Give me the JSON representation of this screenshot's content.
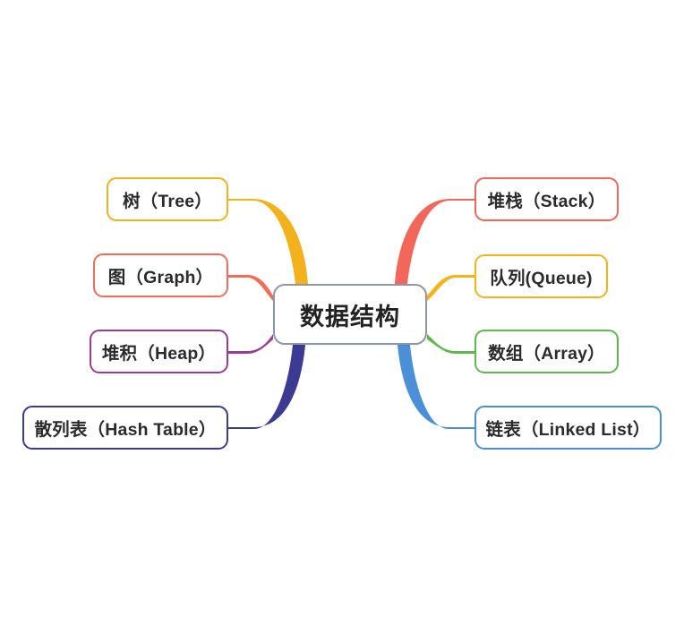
{
  "diagram": {
    "type": "mind-map",
    "title": "数据结构",
    "background": "#ffffff",
    "central": {
      "label": "数据结构",
      "border_color": "#8e97a6"
    },
    "branches": [
      {
        "id": "tree",
        "label": "树（Tree）",
        "side": "left",
        "color": "#f3b21b",
        "name": "tree"
      },
      {
        "id": "graph",
        "label": "图（Graph）",
        "side": "left",
        "color": "#f26d56",
        "name": "graph"
      },
      {
        "id": "heap",
        "label": "堆积（Heap）",
        "side": "left",
        "color": "#9a3d91",
        "name": "heap"
      },
      {
        "id": "hashtable",
        "label": "散列表（Hash Table）",
        "side": "left",
        "color": "#3b3b94",
        "name": "hash-table"
      },
      {
        "id": "stack",
        "label": "堆栈（Stack）",
        "side": "right",
        "color": "#f2675a",
        "name": "stack"
      },
      {
        "id": "queue",
        "label": "队列(Queue)",
        "side": "right",
        "color": "#f5b317",
        "name": "queue"
      },
      {
        "id": "array",
        "label": "数组（Array）",
        "side": "right",
        "color": "#5cb94b",
        "name": "array"
      },
      {
        "id": "linkedlist",
        "label": "链表（Linked List）",
        "side": "right",
        "color": "#4a90d9",
        "name": "linked-list"
      }
    ]
  }
}
